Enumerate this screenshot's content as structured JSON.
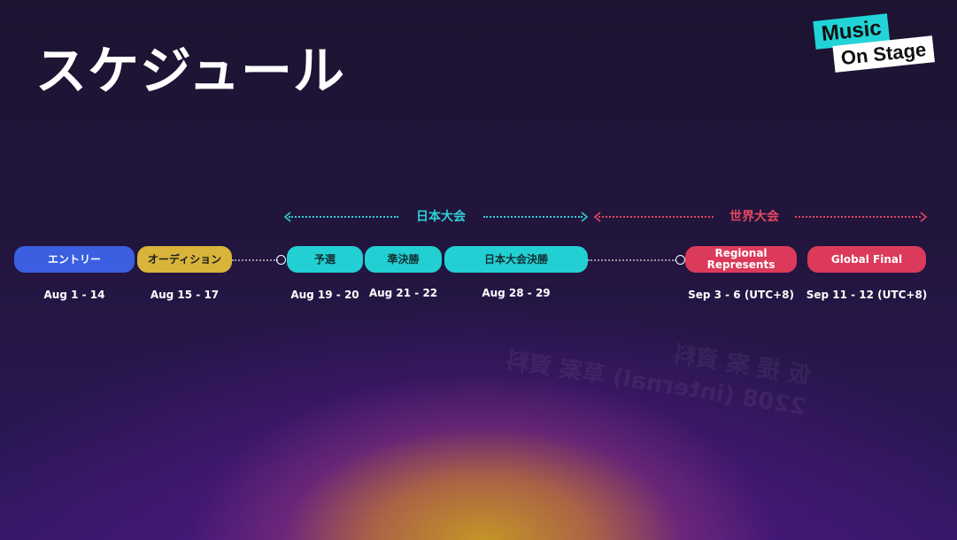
{
  "title": "スケジュール",
  "logo": {
    "line1": "Music",
    "line2": "On Stage"
  },
  "sections": {
    "japan": "日本大会",
    "world": "世界大会"
  },
  "colors": {
    "blue": "#3b5fe0",
    "yellow": "#d8b43a",
    "teal": "#22cfd3",
    "red": "#dc3a5a",
    "section_japan": "#2fd0d4",
    "section_world": "#e2475f"
  },
  "stages": [
    {
      "label": "エントリー",
      "date": "Aug 1 - 14"
    },
    {
      "label": "オーディション",
      "date": "Aug 15 - 17"
    },
    {
      "label": "予選",
      "date": "Aug 19 - 20"
    },
    {
      "label": "準決勝",
      "date": "Aug 21 - 22"
    },
    {
      "label": "日本大会決勝",
      "date": "Aug 28 - 29"
    },
    {
      "label": "Regional Represents",
      "date": "Sep 3 - 6 (UTC+8)"
    },
    {
      "label": "Global Final",
      "date": "Sep 11 - 12 (UTC+8)"
    }
  ],
  "watermark": {
    "line1": "仮 提 案 資料",
    "line2": "2208 (internal) 草案 資料"
  }
}
